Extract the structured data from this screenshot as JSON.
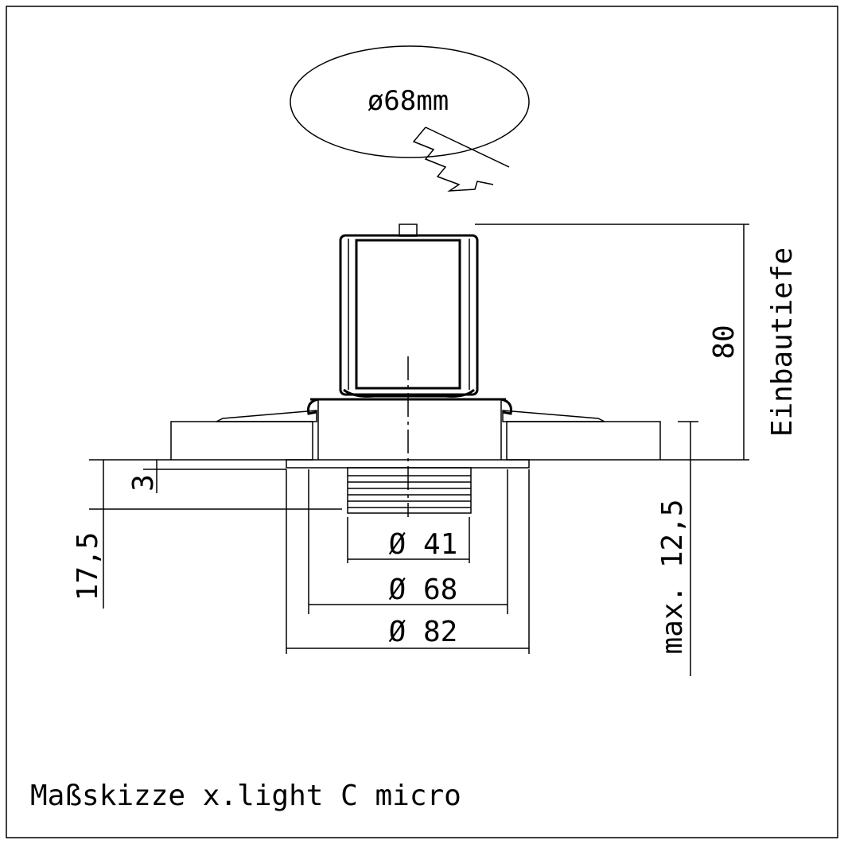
{
  "cutout_label": "ø68mm",
  "dimensions": {
    "depth": "80",
    "depth_label": "Einbautiefe",
    "max_ceiling": "max. 12,5",
    "flange": "3",
    "protrusion": "17,5",
    "d41": "Ø 41",
    "d68": "Ø 68",
    "d82": "Ø 82"
  },
  "title": "Maßskizze x.light C micro",
  "colors": {
    "line": "#000000",
    "background": "#ffffff"
  }
}
